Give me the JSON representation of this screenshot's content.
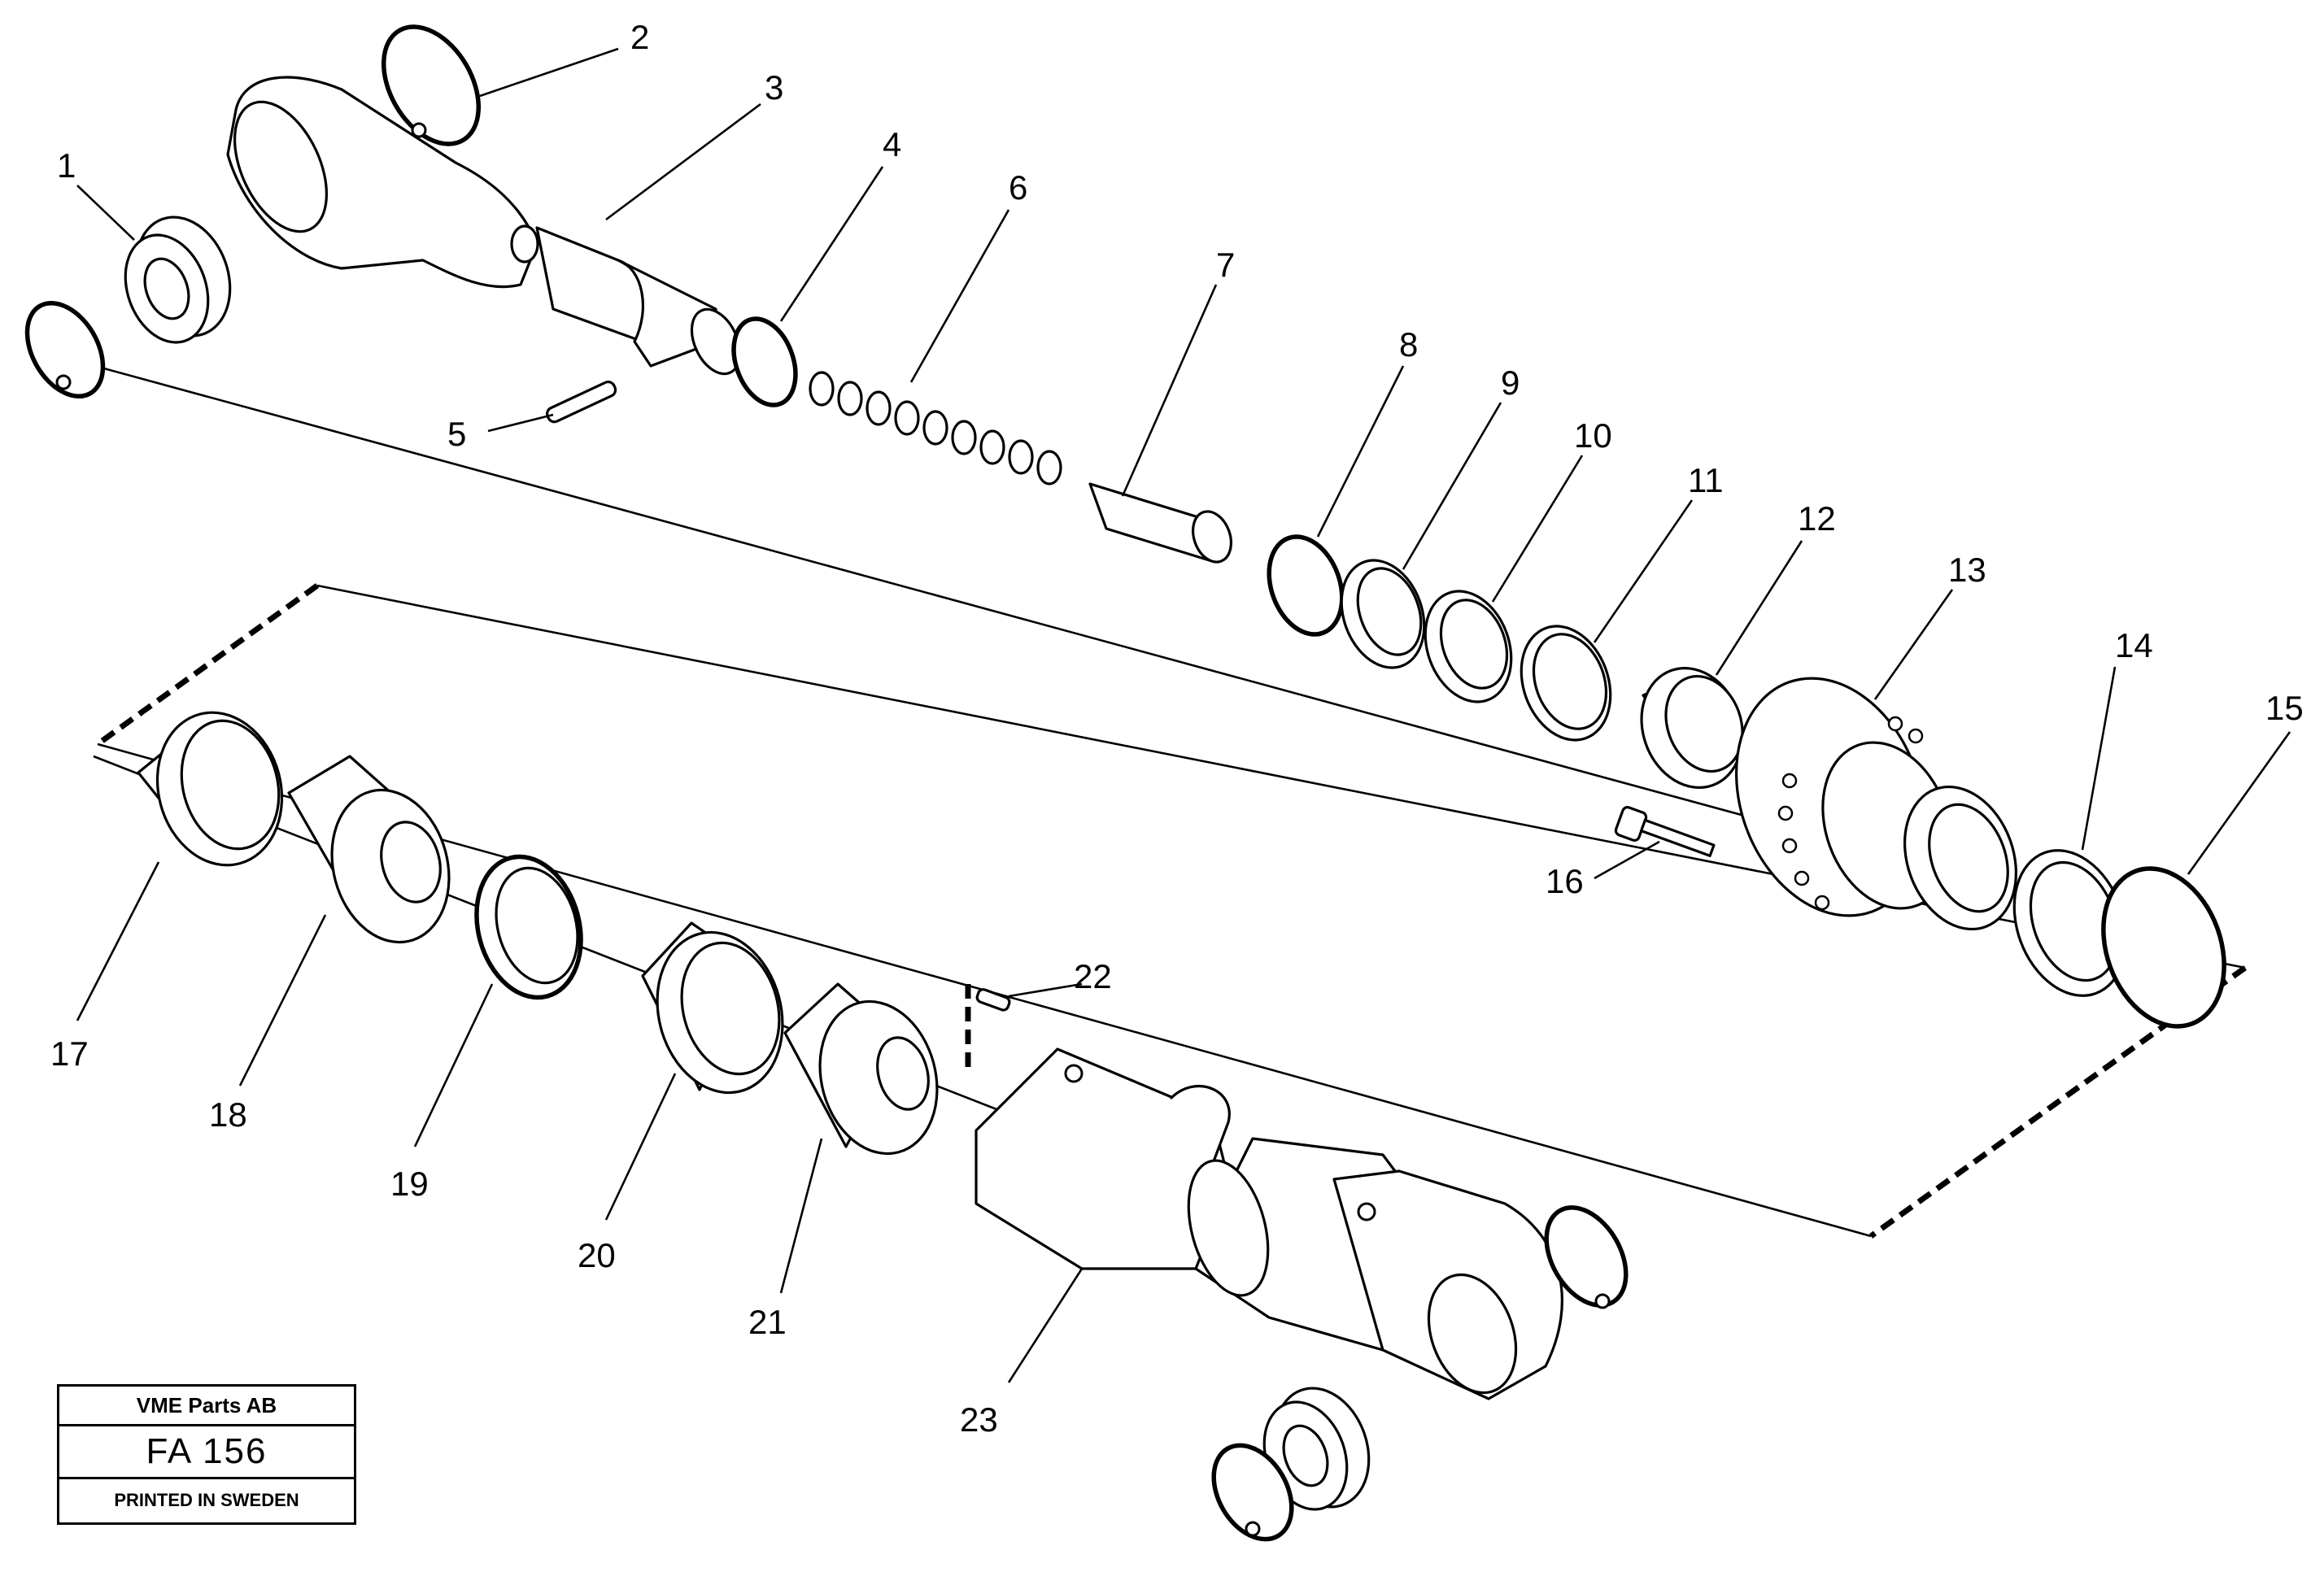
{
  "callouts": [
    "1",
    "2",
    "3",
    "4",
    "5",
    "6",
    "7",
    "8",
    "9",
    "10",
    "11",
    "12",
    "13",
    "14",
    "15",
    "16",
    "17",
    "18",
    "19",
    "20",
    "21",
    "22",
    "23"
  ],
  "title_block": {
    "company": "VME Parts AB",
    "code": "FA 156",
    "printed": "PRINTED IN SWEDEN"
  }
}
